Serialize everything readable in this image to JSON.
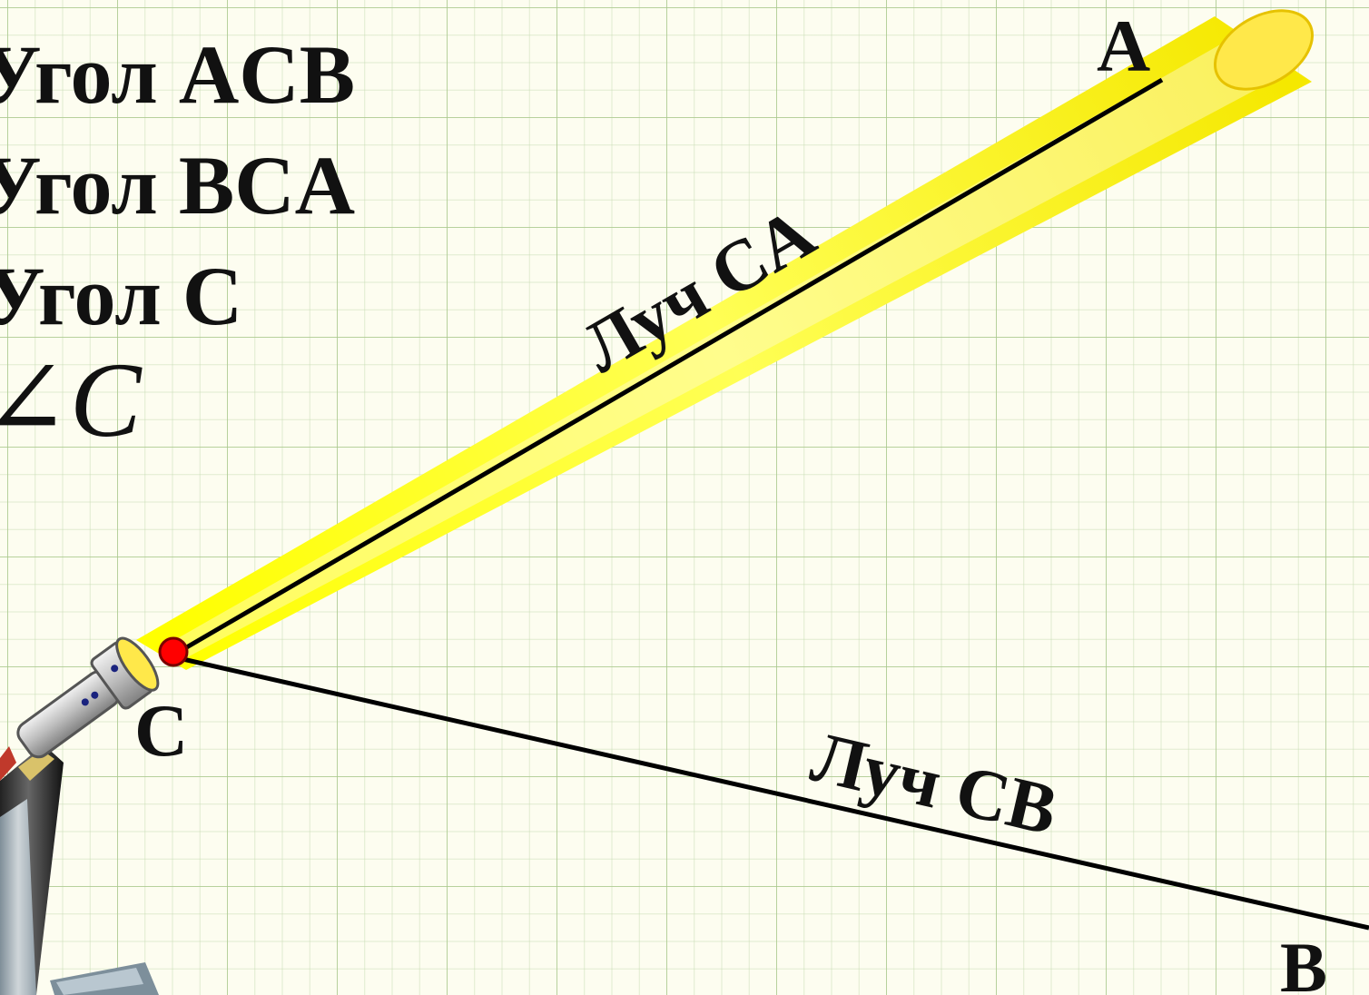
{
  "labels": {
    "angle_acb": "Угол ACB",
    "angle_bca": "Угол BCA",
    "angle_c": "Угол C",
    "angle_symbol": "∠C",
    "point_a": "A",
    "point_b": "B",
    "point_c": "C",
    "ray_ca": "Луч CA",
    "ray_cb": "Луч CB"
  },
  "colors": {
    "beam": "#ffff33",
    "vertex": "#ff0000",
    "line": "#000000",
    "text": "#111111"
  },
  "icons": {
    "flashlight": "flashlight-icon",
    "pen_cup": "pen-cup-decoration"
  }
}
